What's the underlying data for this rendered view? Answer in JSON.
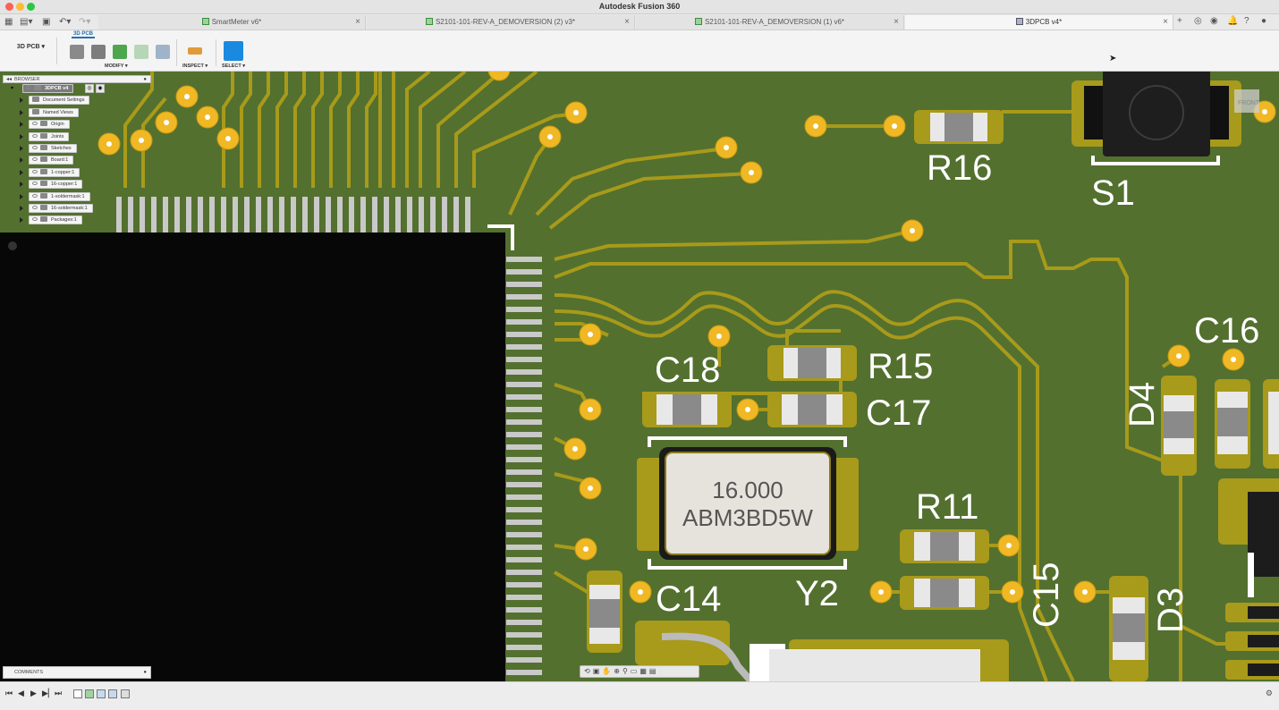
{
  "app": {
    "title": "Autodesk Fusion 360"
  },
  "tabs": [
    {
      "label": "SmartMeter v6*",
      "active": false
    },
    {
      "label": "S2101-101-REV-A_DEMOVERSION (2) v3*",
      "active": false
    },
    {
      "label": "S2101-101-REV-A_DEMOVERSION (1) v6*",
      "active": false
    },
    {
      "label": "3DPCB v4*",
      "active": true
    }
  ],
  "toolbar": {
    "workspace_label": "3D PCB",
    "workspace_tab": "3D PCB",
    "modify_label": "MODIFY ▾",
    "inspect_label": "INSPECT ▾",
    "select_label": "SELECT ▾"
  },
  "browser": {
    "title": "BROWSER",
    "root_label": "3DPCB v4",
    "items": [
      {
        "label": "Document Settings",
        "icon": "gear-icon"
      },
      {
        "label": "Named Views",
        "icon": "folder-icon"
      },
      {
        "label": "Origin",
        "icon": "folder-icon"
      },
      {
        "label": "Joints",
        "icon": "folder-icon"
      },
      {
        "label": "Sketches",
        "icon": "folder-icon"
      },
      {
        "label": "Board:1",
        "icon": "body-icon"
      },
      {
        "label": "1-copper:1",
        "icon": "body-icon"
      },
      {
        "label": "16-copper:1",
        "icon": "body-icon"
      },
      {
        "label": "1-soldermask:1",
        "icon": "body-icon"
      },
      {
        "label": "16-soldermask:1",
        "icon": "body-icon"
      },
      {
        "label": "Packages:1",
        "icon": "component-icon"
      }
    ]
  },
  "comments": {
    "title": "COMMENTS"
  },
  "pcb": {
    "board_color": "#53702f",
    "trace_color": "#a89a1a",
    "designators": [
      "R16",
      "S1",
      "C16",
      "C18",
      "R15",
      "C17",
      "D4",
      "R11",
      "C14",
      "Y2",
      "C15",
      "D3"
    ],
    "crystal_line1": "16.000",
    "crystal_line2": "ABM3BD5W",
    "viewcube_label": "FRONT"
  },
  "icons": {
    "play_controls": [
      "first-frame-icon",
      "previous-frame-icon",
      "play-icon",
      "next-frame-icon",
      "last-frame-icon"
    ]
  }
}
